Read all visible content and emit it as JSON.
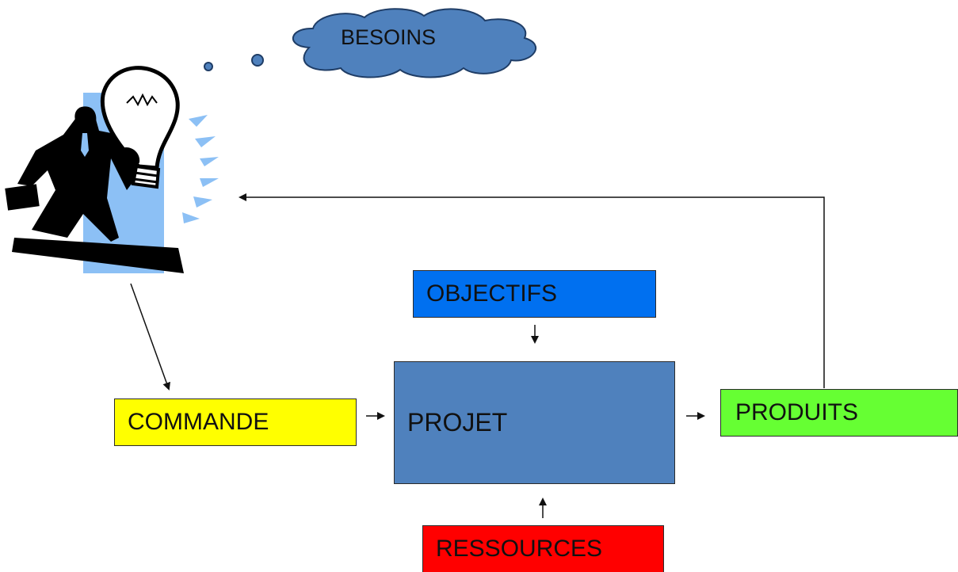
{
  "diagram": {
    "cloud": {
      "label": "BESOINS",
      "color": "#4f81bd"
    },
    "boxes": {
      "objectifs": {
        "label": "OBJECTIFS",
        "color": "#0070f0"
      },
      "projet": {
        "label": "PROJET",
        "color": "#4f81bd"
      },
      "commande": {
        "label": "COMMANDE",
        "color": "#ffff00"
      },
      "produits": {
        "label": "PRODUITS",
        "color": "#66ff33"
      },
      "ressources": {
        "label": "RESSOURCES",
        "color": "#ff0000"
      }
    },
    "illustration": "businessman-with-lightbulb",
    "highlight_color": "#8cc0f5"
  }
}
